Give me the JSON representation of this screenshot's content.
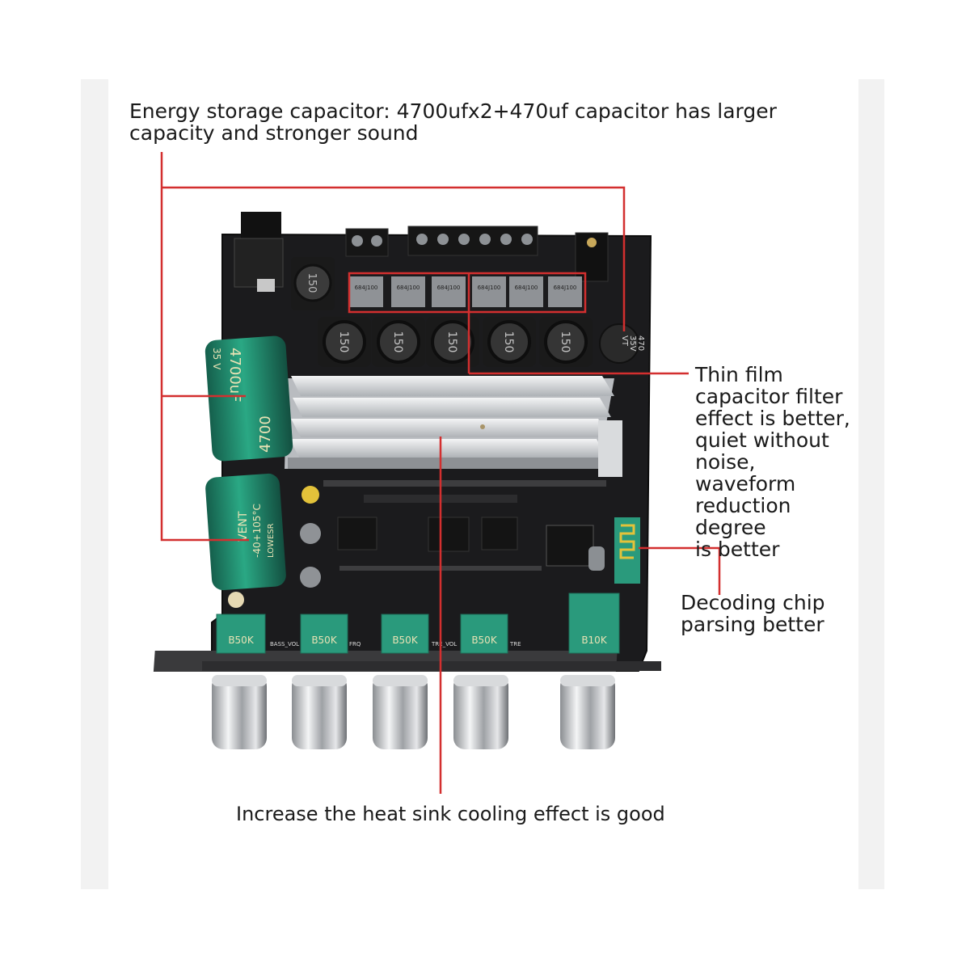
{
  "callouts": {
    "capacitor": "Energy storage capacitor: 4700ufx2+470uf capacitor has larger\ncapacity and stronger sound",
    "film_capacitor": "Thin film\ncapacitor filter\neffect is better,\nquiet without\nnoise, waveform\nreduction degree\nis better",
    "decoding_chip": "Decoding chip\nparsing better",
    "heat_sink": "Increase the heat sink cooling effect is good"
  },
  "board_markings": {
    "big_cap_1": "4700uF 35V",
    "big_cap_2": "VENT -40+105°C LOWESR",
    "small_cap": "470 35V VT",
    "film_cap": "684J100",
    "inductor": "150",
    "pots": [
      "B50K",
      "B50K",
      "B50K",
      "B50K",
      "B10K"
    ],
    "silk_labels": [
      "BASS_VOL",
      "FRQ",
      "TRE_VOL",
      "TRE"
    ]
  },
  "colors": {
    "annotation_line": "#d32f2f",
    "pcb": "#1b1b1d",
    "capacitor": "#1f8a6e",
    "potentiometer": "#2a9a7c",
    "heatsink": "#c9ccd0"
  }
}
